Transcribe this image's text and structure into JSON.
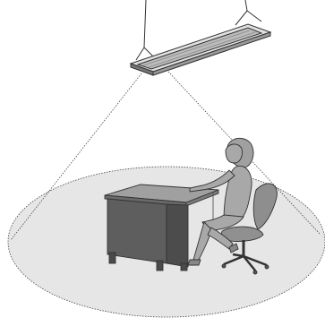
{
  "illustration": {
    "subject": "pendant-light-over-workstation",
    "elements": [
      "suspension-cables",
      "linear-pendant-luminaire",
      "light-cone",
      "illuminated-floor-area",
      "desk",
      "seated-woman",
      "office-chair"
    ],
    "colors": {
      "outline": "#333333",
      "fixture_light": "#dddddd",
      "fixture_dark": "#777777",
      "floor_area": "#e6e6e6",
      "desk_top": "#9a9a9a",
      "desk_body": "#5e5e5e",
      "person": "#a8a8a8",
      "chair": "#8e8e8e",
      "background": "#ffffff"
    }
  }
}
